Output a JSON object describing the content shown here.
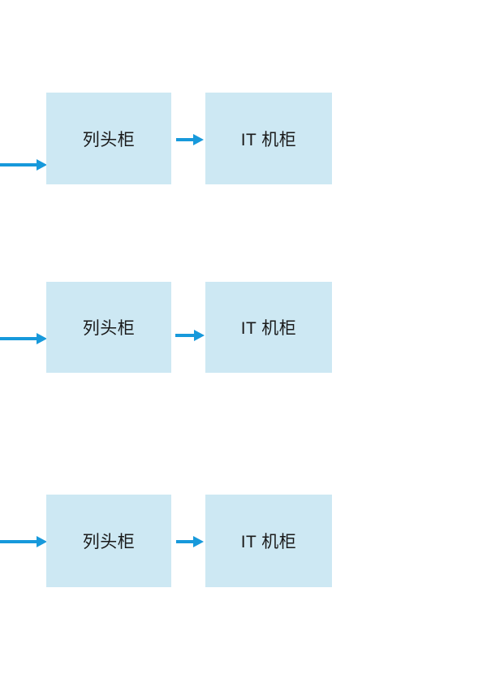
{
  "diagram": {
    "colors": {
      "background": "#ffffff",
      "box_fill": "#cde8f3",
      "arrow": "#1799db",
      "text": "#1a1a1a"
    },
    "rows": [
      {
        "left_label": "列头柜",
        "right_label": "IT 机柜"
      },
      {
        "left_label": "列头柜",
        "right_label": "IT 机柜"
      },
      {
        "left_label": "列头柜",
        "right_label": "IT 机柜"
      }
    ]
  }
}
